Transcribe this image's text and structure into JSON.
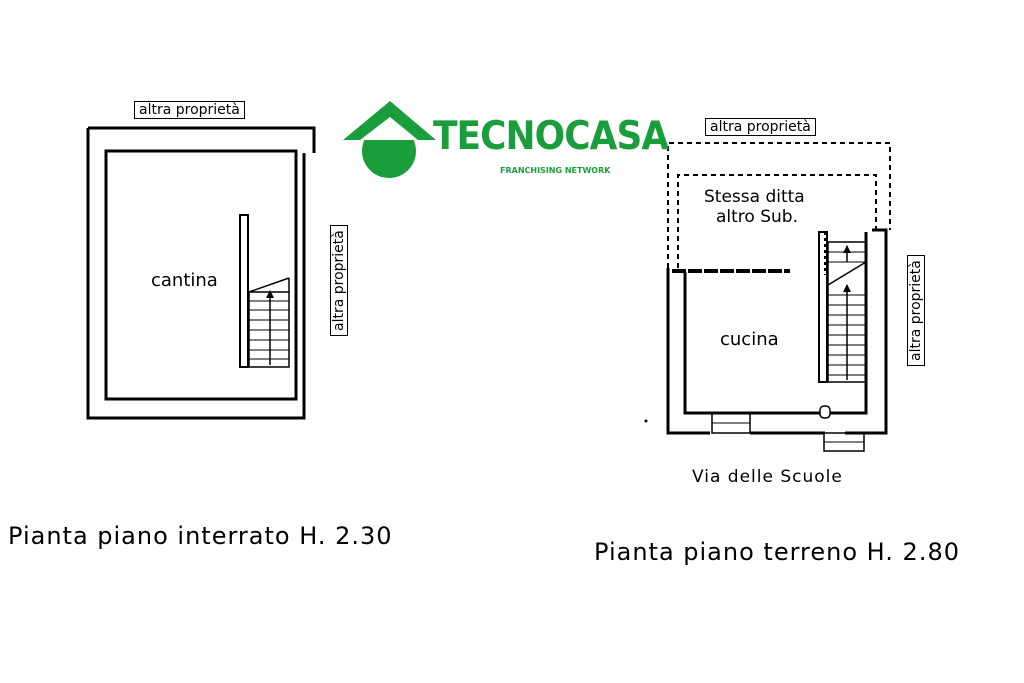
{
  "logo": {
    "name": "TECNOCASA",
    "tagline": "FRANCHISING NETWORK",
    "color": "#1a9e3c"
  },
  "basement": {
    "neighbor_top": "altra proprietà",
    "neighbor_right": "altra proprietà",
    "room": "cantina",
    "caption": "Pianta piano interrato H. 2.30"
  },
  "ground": {
    "neighbor_top": "altra proprietà",
    "neighbor_right": "altra proprietà",
    "other_unit_line1": "Stessa ditta",
    "other_unit_line2": "altro Sub.",
    "room": "cucina",
    "street": "Via delle Scuole",
    "caption": "Pianta piano terreno H. 2.80"
  }
}
